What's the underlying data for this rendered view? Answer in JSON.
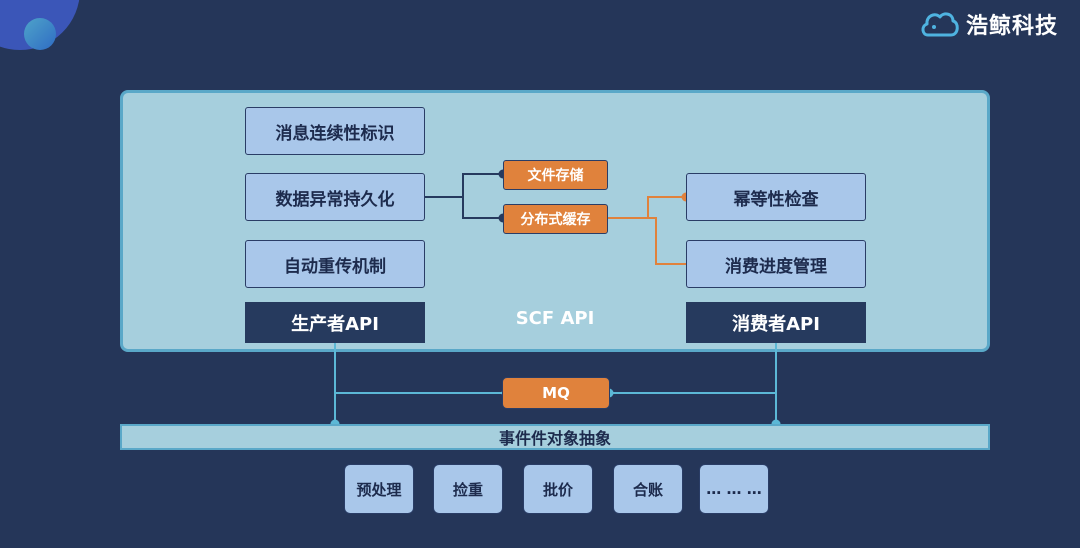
{
  "brand": {
    "name": "浩鲸科技"
  },
  "producer": {
    "items": [
      "消息连续性标识",
      "数据异常持久化",
      "自动重传机制"
    ],
    "api": "生产者API"
  },
  "storage": {
    "file": "文件存储",
    "cache": "分布式缓存"
  },
  "consumer": {
    "items": [
      "幂等性检查",
      "消费进度管理"
    ],
    "api": "消费者API"
  },
  "scf_api": "SCF API",
  "mq": "MQ",
  "event_layer": "事件件对象抽象",
  "modules": [
    "预处理",
    "捡重",
    "批价",
    "合账",
    "… … …"
  ],
  "colors": {
    "background": "#253659",
    "panel": "#a6cfdd",
    "box": "#a9c7ea",
    "dark": "#263a5e",
    "accent": "#e0823c"
  }
}
